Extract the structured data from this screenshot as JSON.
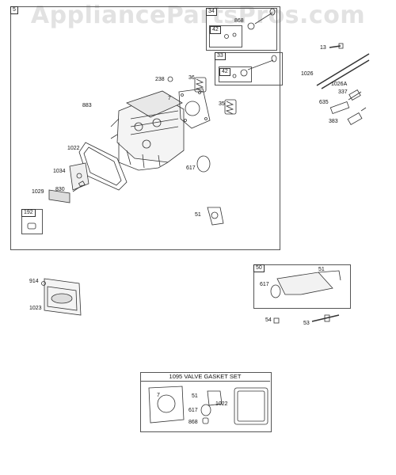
{
  "watermark": "AppliancePartsPros.com",
  "main_assembly": {
    "tag": "5",
    "labels": {
      "p238": "238",
      "p36": "36",
      "p7": "7",
      "p883": "883",
      "p35": "35",
      "p1022": "1022",
      "p1034": "1034",
      "p617": "617",
      "p1029": "1029",
      "p830": "830",
      "p51": "51"
    },
    "sub_192": {
      "tag": "192"
    },
    "sub_34": {
      "tag": "34",
      "inner_tag": "42",
      "label": "868"
    },
    "sub_33": {
      "tag": "33",
      "inner_tag": "42"
    }
  },
  "loose_parts": {
    "p13": "13",
    "p1026": "1026",
    "p1026a": "1026A",
    "p337": "337",
    "p635": "635",
    "p383": "383",
    "p914": "914",
    "p1023": "1023",
    "p54": "54",
    "p53": "53"
  },
  "intake_box": {
    "tag": "50",
    "p51": "51",
    "p617": "617"
  },
  "gasket_set": {
    "title": "1095 VALVE GASKET SET",
    "p7": "7",
    "p51": "51",
    "p617": "617",
    "p1022": "1022",
    "p868": "868"
  }
}
